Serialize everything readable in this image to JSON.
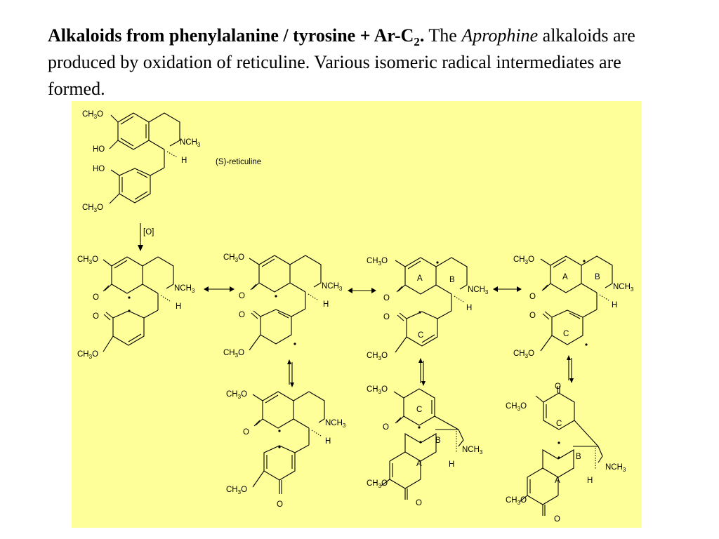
{
  "heading": {
    "bold": "Alkaloids from phenylalanine / tyrosine + Ar-C",
    "bold_sub": "2",
    "bold_end": ".",
    "text1": " The ",
    "italic": "Aprophine",
    "text2": " alkaloids are produced by oxidation of reticuline. Various isomeric radical intermediates are formed."
  },
  "scheme": {
    "background": "#ffff99",
    "reticuline_label": "(S)-reticuline",
    "oxidation_label": "[O]",
    "ring_labels": {
      "A": "A",
      "B": "B",
      "C": "C"
    },
    "atoms": {
      "O": "O",
      "HO": "HO",
      "H": "H",
      "CH3O_main": "CH",
      "sub3": "3",
      "O_suffix": "O",
      "NCH": "NCH"
    }
  }
}
